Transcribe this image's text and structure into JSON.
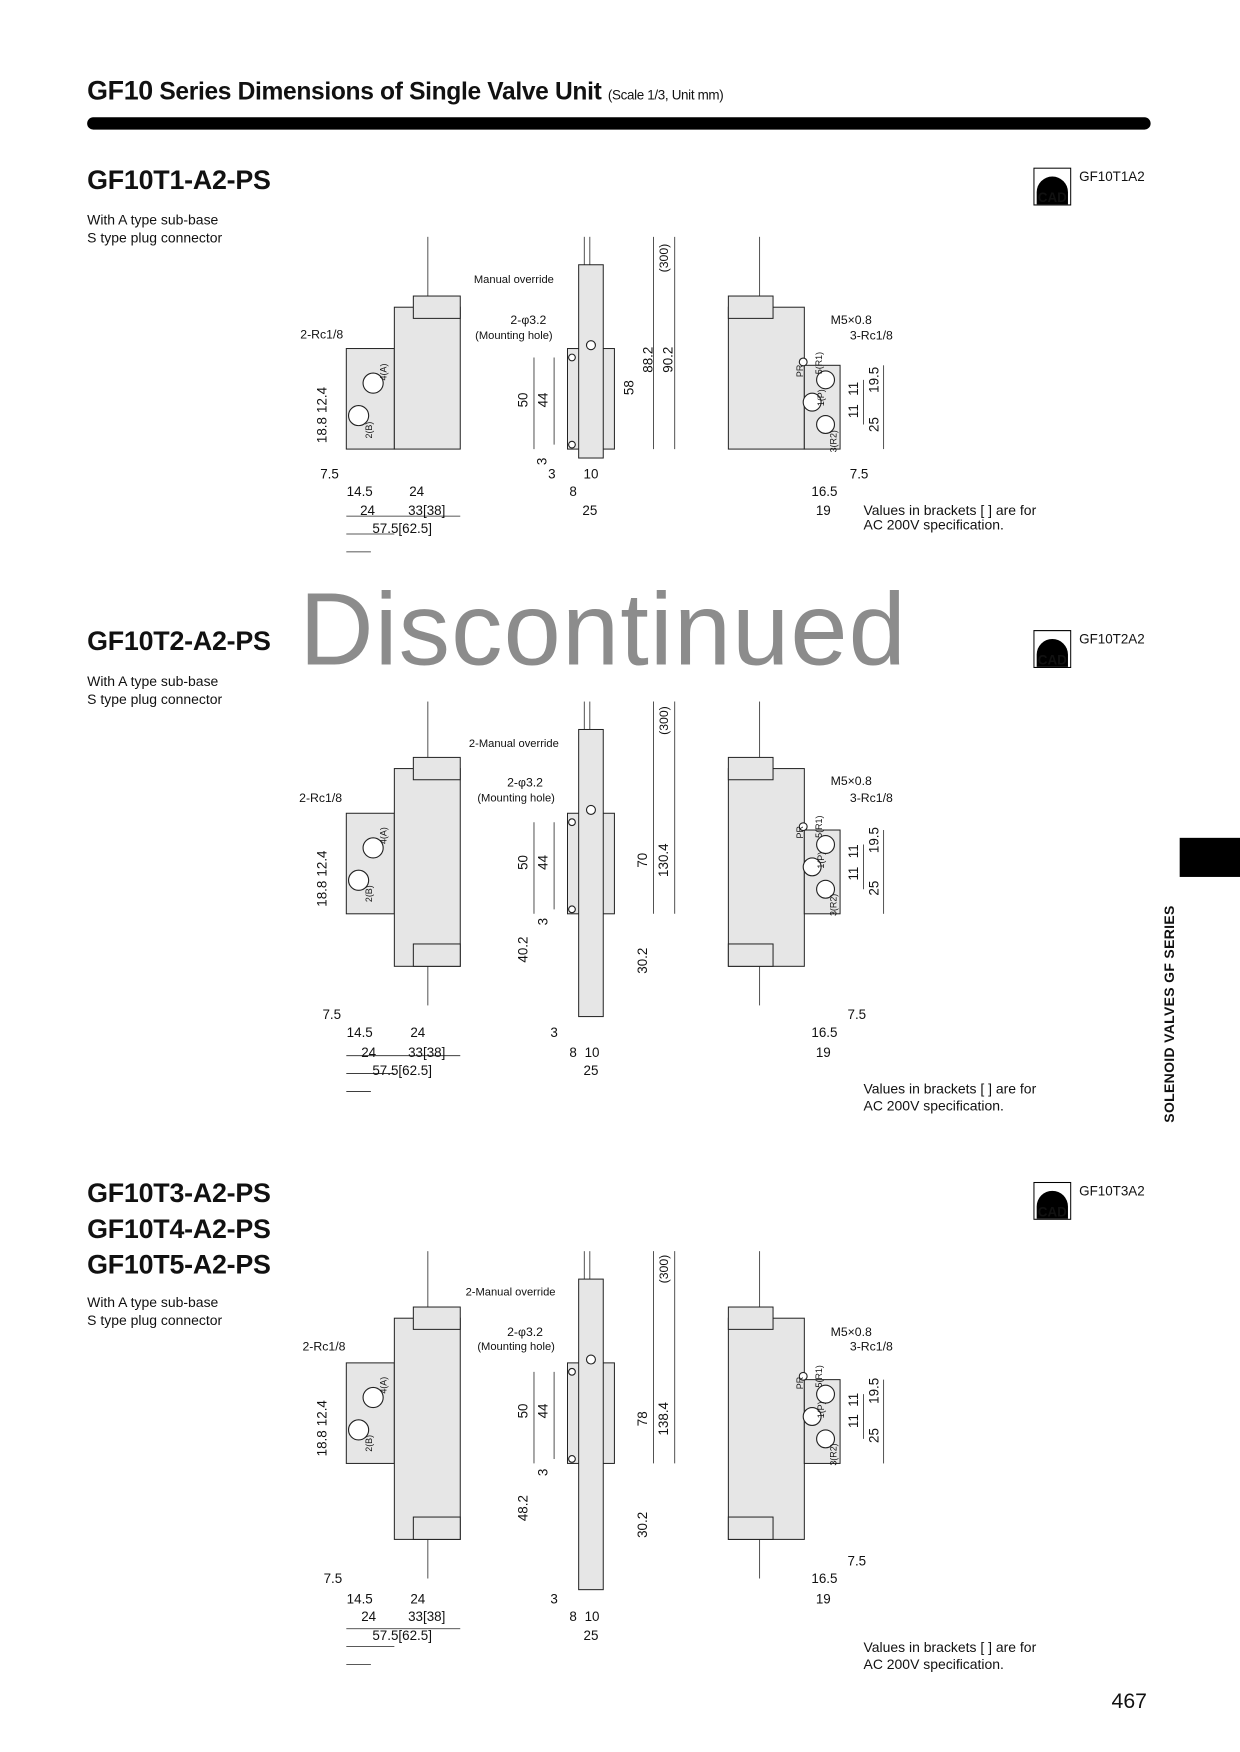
{
  "header": {
    "series": "GF10",
    "title": "Series Dimensions of Single Valve Unit",
    "scale_note": "(Scale 1/3, Unit mm)"
  },
  "watermark": "Discontinued",
  "side_tab": "SOLENOID VALVES GF SERIES",
  "page_number": "467",
  "sections": [
    {
      "models": [
        "GF10T1-A2-PS"
      ],
      "subtitle": [
        "With A type sub-base",
        "S type plug connector"
      ],
      "cad_icon": "CAD",
      "cad_label": "GF10T1A2",
      "labels": {
        "manual_override": "Manual override",
        "hole": "2-φ3.2",
        "hole_note": "(Mounting hole)",
        "rc_left": "2-Rc1/8",
        "m5": "M5×0.8",
        "rc_right": "3-Rc1/8",
        "cable": "(300)",
        "h_a": "88.2",
        "h_b": "90.2",
        "h_c": "58",
        "d50": "50",
        "d44": "44",
        "d124": "12.4",
        "d188": "18.8",
        "r11a": "11",
        "r195": "19.5",
        "r11b": "11",
        "r25": "25",
        "b75": "7.5",
        "b145": "14.5",
        "b24a": "24",
        "b24b": "24",
        "b33": "33[38]",
        "b575": "57.5[62.5]",
        "m3a": "3",
        "m3b": "3",
        "m10": "10",
        "m8": "8",
        "m25": "25",
        "r165": "16.5",
        "r75": "7.5",
        "r19": "19",
        "pA": "4(A)",
        "pB": "2(B)",
        "pR1": "5(R1)",
        "pP": "1(P)",
        "pR2": "3(R2)",
        "pPR": "PR",
        "note1": "Values in brackets  [   ]  are for",
        "note2": "AC 200V specification."
      }
    },
    {
      "models": [
        "GF10T2-A2-PS"
      ],
      "subtitle": [
        "With A type sub-base",
        "S type plug connector"
      ],
      "cad_icon": "CAD",
      "cad_label": "GF10T2A2",
      "labels": {
        "manual_override": "2-Manual override",
        "hole": "2-φ3.2",
        "hole_note": "(Mounting hole)",
        "rc_left": "2-Rc1/8",
        "m5": "M5×0.8",
        "rc_right": "3-Rc1/8",
        "cable": "(300)",
        "h_a": "70",
        "h_b": "130.4",
        "d50": "50",
        "d44": "44",
        "d3": "3",
        "d402": "40.2",
        "d302": "30.2",
        "d124": "12.4",
        "d188": "18.8",
        "r11a": "11",
        "r195": "19.5",
        "r11b": "11",
        "r25": "25",
        "b75": "7.5",
        "b145": "14.5",
        "b24a": "24",
        "b24b": "24",
        "b33": "33[38]",
        "b575": "57.5[62.5]",
        "m3b": "3",
        "m10": "10",
        "m8": "8",
        "m25": "25",
        "r165": "16.5",
        "r75": "7.5",
        "r19": "19",
        "pA": "4(A)",
        "pB": "2(B)",
        "pR1": "5(R1)",
        "pP": "1(P)",
        "pR2": "3(R2)",
        "pPR": "PR",
        "note1": "Values in brackets  [   ]  are for",
        "note2": "AC 200V specification."
      }
    },
    {
      "models": [
        "GF10T3-A2-PS",
        "GF10T4-A2-PS",
        "GF10T5-A2-PS"
      ],
      "subtitle": [
        "With A type sub-base",
        "S type plug connector"
      ],
      "cad_icon": "CAD",
      "cad_label": "GF10T3A2",
      "labels": {
        "manual_override": "2-Manual override",
        "hole": "2-φ3.2",
        "hole_note": "(Mounting hole)",
        "rc_left": "2-Rc1/8",
        "m5": "M5×0.8",
        "rc_right": "3-Rc1/8",
        "cable": "(300)",
        "h_a": "78",
        "h_b": "138.4",
        "d50": "50",
        "d44": "44",
        "d3": "3",
        "d402": "48.2",
        "d302": "30.2",
        "d124": "12.4",
        "d188": "18.8",
        "r11a": "11",
        "r195": "19.5",
        "r11b": "11",
        "r25": "25",
        "b75": "7.5",
        "b145": "14.5",
        "b24a": "24",
        "b24b": "24",
        "b33": "33[38]",
        "b575": "57.5[62.5]",
        "m3b": "3",
        "m10": "10",
        "m8": "8",
        "m25": "25",
        "r165": "16.5",
        "r75": "7.5",
        "r19": "19",
        "pA": "4(A)",
        "pB": "2(B)",
        "pR1": "5(R1)",
        "pP": "1(P)",
        "pR2": "3(R2)",
        "pPR": "PR",
        "note1": "Values in brackets  [   ]  are for",
        "note2": "AC 200V specification."
      }
    }
  ]
}
